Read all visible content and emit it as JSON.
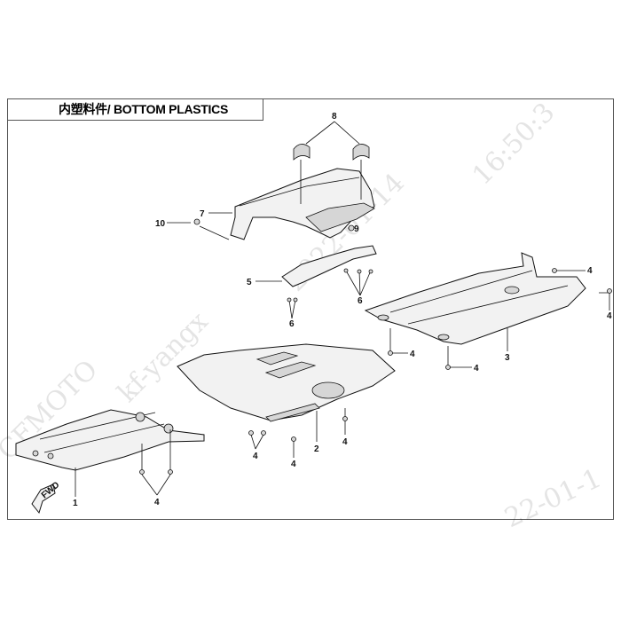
{
  "title": "内塑料件/ BOTTOM PLASTICS",
  "watermark": [
    "CFMOTO",
    "kf-yangx",
    "2022-01-14",
    "16:50:3"
  ],
  "fwd_label": "FWD",
  "callouts": {
    "c8": "8",
    "c7": "7",
    "c10": "10",
    "c9": "9",
    "c5": "5",
    "c6a": "6",
    "c6b": "6",
    "c4a": "4",
    "c4b": "4",
    "c4c": "4",
    "c4d": "4",
    "c3": "3",
    "c2": "2",
    "c4e": "4",
    "c4f": "4",
    "c4g": "4",
    "c1": "1",
    "c4h": "4"
  }
}
